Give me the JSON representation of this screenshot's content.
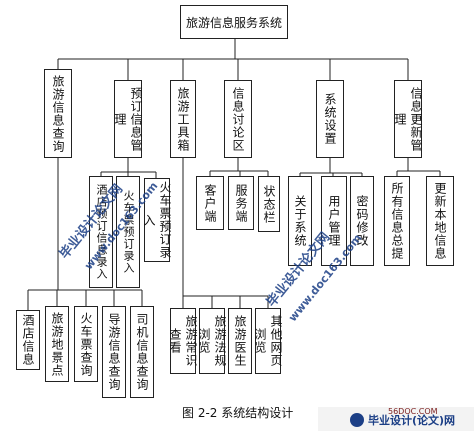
{
  "title": "旅游信息服务系统",
  "level1": [
    "旅游信息查询",
    "预订信息管理",
    "旅游工具箱",
    "信息讨论区",
    "系统设置",
    "信息更新管理"
  ],
  "children": {
    "query": [
      "酒店信息",
      "旅游地景点",
      "火车票查询",
      "导游信息查询",
      "司机信息查询"
    ],
    "booking": [
      "酒店预订信息录入",
      "火车票预订录入"
    ],
    "toolbox": [
      "旅游常识查看",
      "旅游法规浏览",
      "旅游医生",
      "其他网页浏览"
    ],
    "forum": [
      "客户端",
      "服务端",
      "状态栏"
    ],
    "settings": [
      "关于系统",
      "用户管理",
      "密码修改"
    ],
    "update": [
      "所有信息总提",
      "更新本地信息"
    ]
  },
  "caption": "图 2-2  系统结构设计",
  "watermark": {
    "text1": "毕业设计论文网",
    "url1": "www.doc163.com",
    "text2": "毕业设计论文网",
    "url2": "www.doc163.com",
    "footer_site": "56DOC.COM",
    "footer_text": "毕业设计(论文)网"
  }
}
